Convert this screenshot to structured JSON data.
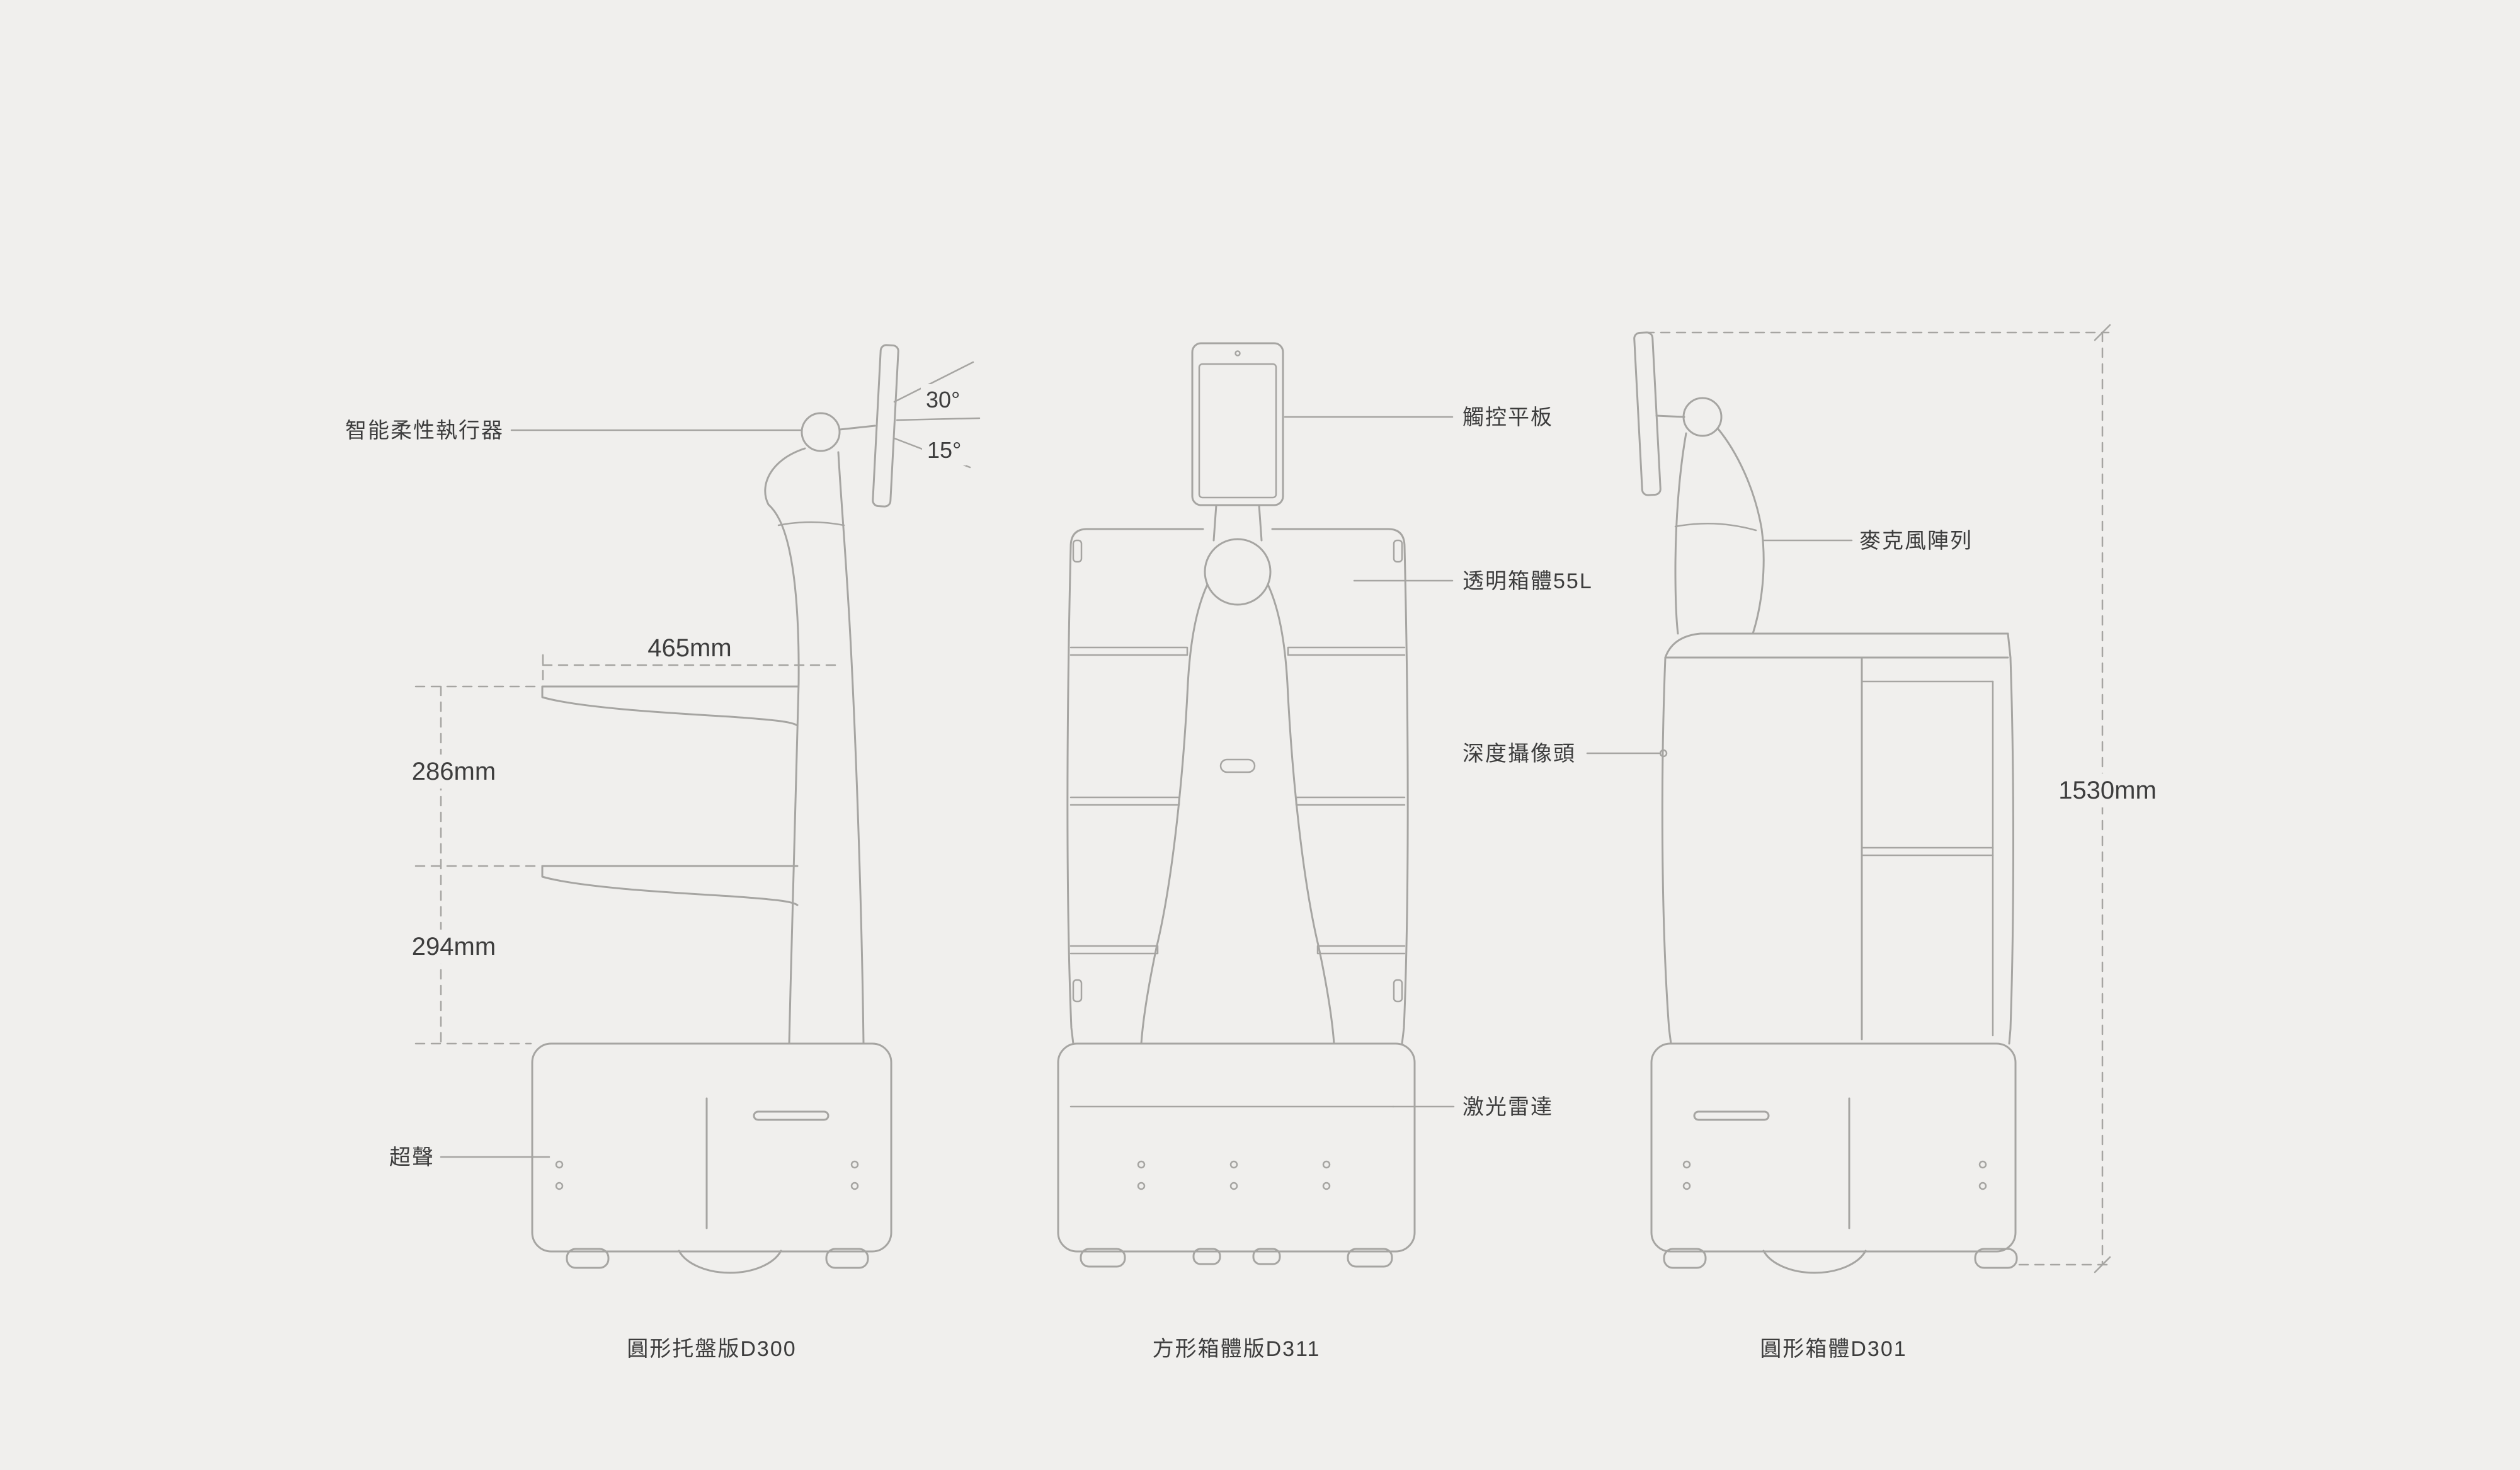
{
  "page": {
    "background": "#f0efed",
    "line_color": "#a6a5a2",
    "text_color": "#3d3d3d"
  },
  "robots": [
    {
      "caption": "圓形托盤版D300",
      "labels": {
        "actuator": "智能柔性執行器",
        "ultrasonic": "超聲"
      },
      "angles": {
        "upper": "30°",
        "lower": "15°"
      },
      "dimensions": {
        "tray_width": "465mm",
        "upper_shelf_gap": "286mm",
        "lower_shelf_gap": "294mm"
      }
    },
    {
      "caption": "方形箱體版D311",
      "labels": {
        "tablet": "觸控平板",
        "transparent_box": "透明箱體55L",
        "depth_camera": "深度攝像頭",
        "lidar": "激光雷達"
      }
    },
    {
      "caption": "圓形箱體D301",
      "labels": {
        "mic_array": "麥克風陣列"
      },
      "dimensions": {
        "overall_height": "1530mm"
      }
    }
  ]
}
